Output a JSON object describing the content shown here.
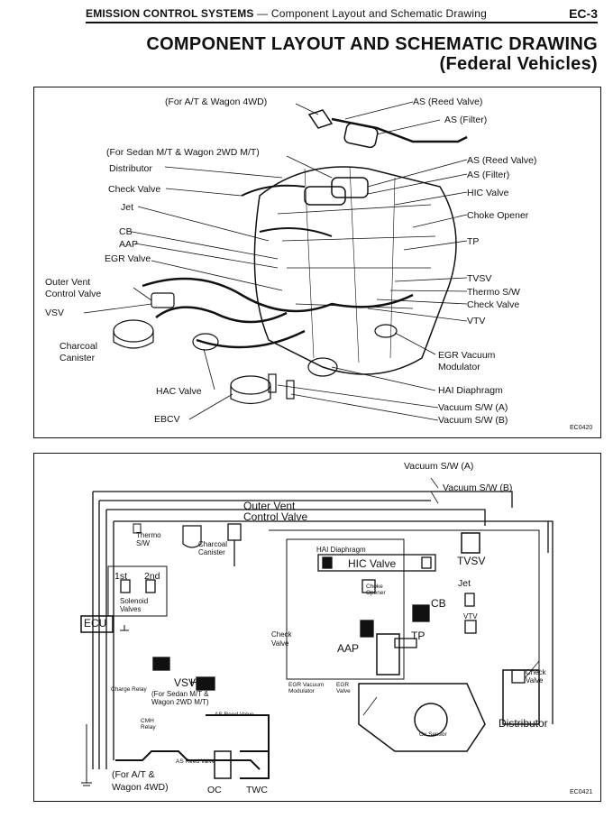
{
  "header": {
    "section_bold": "EMISSION CONTROL SYSTEMS",
    "section_rest": " — Component Layout and Schematic Drawing",
    "page": "EC-3"
  },
  "title": {
    "line1": "COMPONENT LAYOUT AND SCHEMATIC DRAWING",
    "line2": "(Federal Vehicles)"
  },
  "layout": {
    "code": "EC0420",
    "right_labels": [
      "AS (Reed Valve)",
      "AS (Filter)",
      "AS (Reed Valve)",
      "AS (Filter)",
      "HIC Valve",
      "Choke Opener",
      "TP",
      "TVSV",
      "Thermo S/W",
      "Check Valve",
      "VTV",
      "EGR Vacuum",
      "Modulator",
      "HAI Diaphragm",
      "Vacuum S/W (A)",
      "Vacuum S/W (B)"
    ],
    "left_labels": [
      "(For A/T & Wagon 4WD)",
      "(For Sedan M/T & Wagon 2WD M/T)",
      "Distributor",
      "Check Valve",
      "Jet",
      "CB",
      "AAP",
      "EGR Valve",
      "Outer Vent",
      "Control Valve",
      "VSV",
      "Charcoal",
      "Canister",
      "HAC Valve",
      "EBCV"
    ]
  },
  "schematic": {
    "code": "EC0421",
    "labels": {
      "vac_a": "Vacuum S/W (A)",
      "vac_b": "Vacuum S/W (B)",
      "outer_vent_1": "Outer Vent",
      "outer_vent_2": "Control Valve",
      "thermo_1": "Thermo",
      "thermo_2": "S/W",
      "charcoal_1": "Charcoal",
      "charcoal_2": "Canister",
      "hai": "HAI Diaphragm",
      "hic": "HIC Valve",
      "tvsv": "TVSV",
      "jet": "Jet",
      "choke_1": "Choke",
      "choke_2": "Opener",
      "cb": "CB",
      "vtv": "VTV",
      "first": "1st",
      "second": "2nd",
      "solenoid_1": "Solenoid",
      "solenoid_2": "Valves",
      "ecu": "ECU",
      "check_1": "Check",
      "check_2": "Valve",
      "aap": "AAP",
      "tp": "TP",
      "rcheck_1": "Check",
      "rcheck_2": "Valve",
      "vsv": "VSV",
      "hac": "HAC",
      "sedan_1": "(For Sedan M/T &",
      "sedan_2": "Wagon 2WD M/T)",
      "charge_relay": "Charge Relay",
      "egr_mod_1": "EGR Vacuum",
      "egr_mod_2": "Modulator",
      "egr_valve_1": "EGR",
      "egr_valve_2": "Valve",
      "distributor": "Distributor",
      "as_reed_1": "AS Reed Valve",
      "cmh_1": "CMH",
      "cmh_2": "Relay",
      "ox": "Ox Sensor",
      "as_reed_2": "AS Reed Valve",
      "at_1": "(For A/T &",
      "at_2": "Wagon 4WD)",
      "oc": "OC",
      "twc": "TWC"
    }
  }
}
